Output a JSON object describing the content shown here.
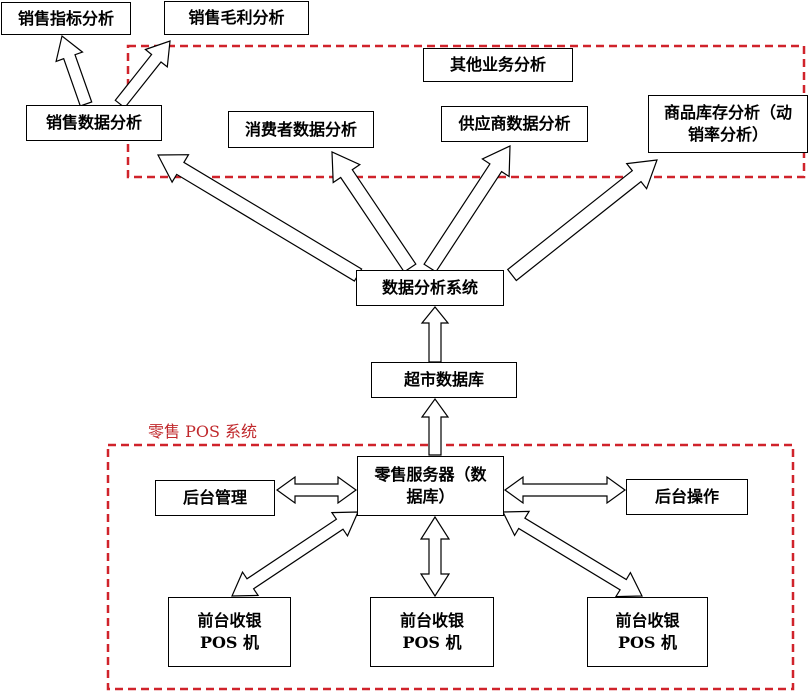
{
  "group_labels": {
    "other_business": "其他业务分析",
    "retail_pos": "零售 POS 系统"
  },
  "nodes": {
    "sales_index": "销售指标分析",
    "sales_margin": "销售毛利分析",
    "sales_data": "销售数据分析",
    "consumer_data": "消费者数据分析",
    "supplier_data": "供应商数据分析",
    "inventory": "商品库存分析（动\n销率分析）",
    "analysis_system": "数据分析系统",
    "supermarket_db": "超市数据库",
    "retail_server": "零售服务器（数\n据库）",
    "backend_mgmt": "后台管理",
    "backend_ops": "后台操作",
    "pos1": "前台收银\nPOS 机",
    "pos2": "前台收银\nPOS 机",
    "pos3": "前台收银\nPOS 机"
  },
  "colors": {
    "group_border": "#d0232b",
    "group_label": "#c0282c",
    "line": "#000000"
  }
}
